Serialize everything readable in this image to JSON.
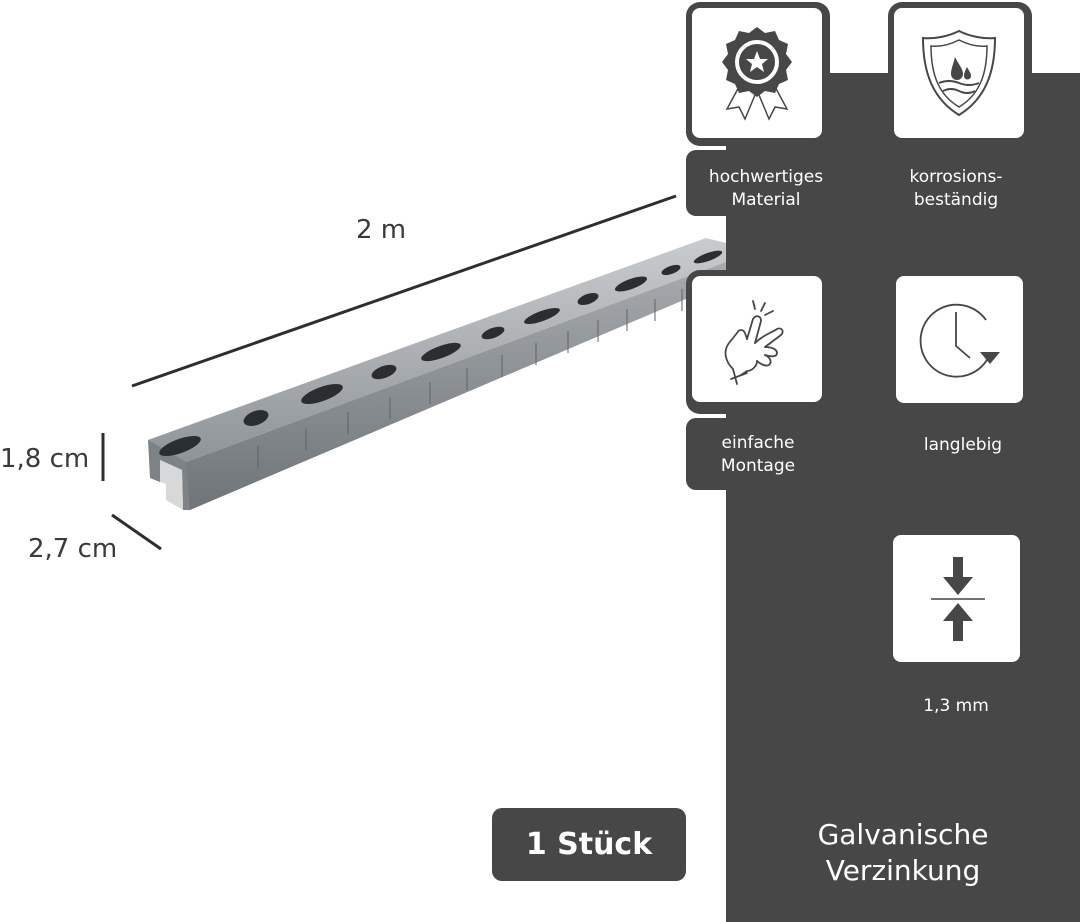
{
  "features": {
    "material": {
      "label_line1": "hochwertiges",
      "label_line2": "Material",
      "icon": "quality-badge-icon"
    },
    "corrosion": {
      "label_line1": "korrosions-",
      "label_line2": "beständig",
      "icon": "shield-droplet-icon"
    },
    "assembly": {
      "label_line1": "einfache",
      "label_line2": "Montage",
      "icon": "finger-snap-icon"
    },
    "durable": {
      "label": "langlebig",
      "icon": "clock-arrow-icon"
    },
    "thickness": {
      "label": "1,3 mm",
      "icon": "thickness-arrows-icon"
    }
  },
  "dimensions": {
    "length": "2 m",
    "height": "1,8 cm",
    "width": "2,7 cm"
  },
  "quantity_badge": "1 Stück",
  "footer": {
    "line1": "Galvanische",
    "line2": "Verzinkung"
  },
  "colors": {
    "panel": "#474747",
    "text": "#3a3a3a",
    "white": "#ffffff"
  }
}
